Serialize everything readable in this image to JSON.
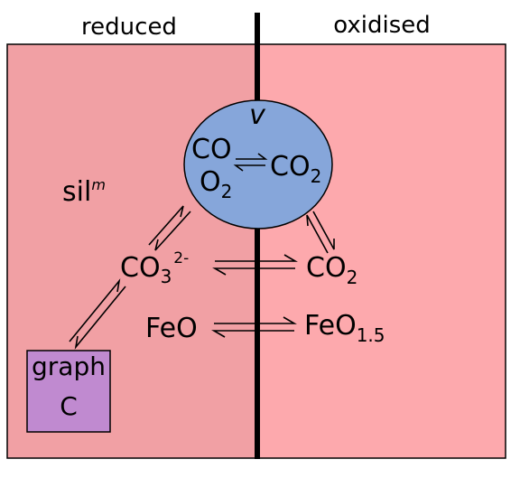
{
  "header": {
    "left": "reduced",
    "right": "oxidised"
  },
  "colors": {
    "left_region": "#f1a0a4",
    "right_region": "#fda9ad",
    "bubble": "#86a6da",
    "graphite_box": "#c08ad0",
    "divider": "#000000"
  },
  "bubble": {
    "label": "v",
    "co": "CO",
    "o2_o": "O",
    "o2_sub": "2",
    "co2_co": "CO",
    "co2_sub": "2"
  },
  "melt": {
    "label": "sil",
    "label_sup": "m"
  },
  "carbonate": {
    "base": "CO",
    "sub": "3",
    "sup": "2-"
  },
  "co2_right": {
    "base": "CO",
    "sub": "2"
  },
  "feo": {
    "left": "FeO",
    "right_base": "FeO",
    "right_sub": "1.5"
  },
  "graphite": {
    "line1": "graph",
    "line2": "C"
  }
}
